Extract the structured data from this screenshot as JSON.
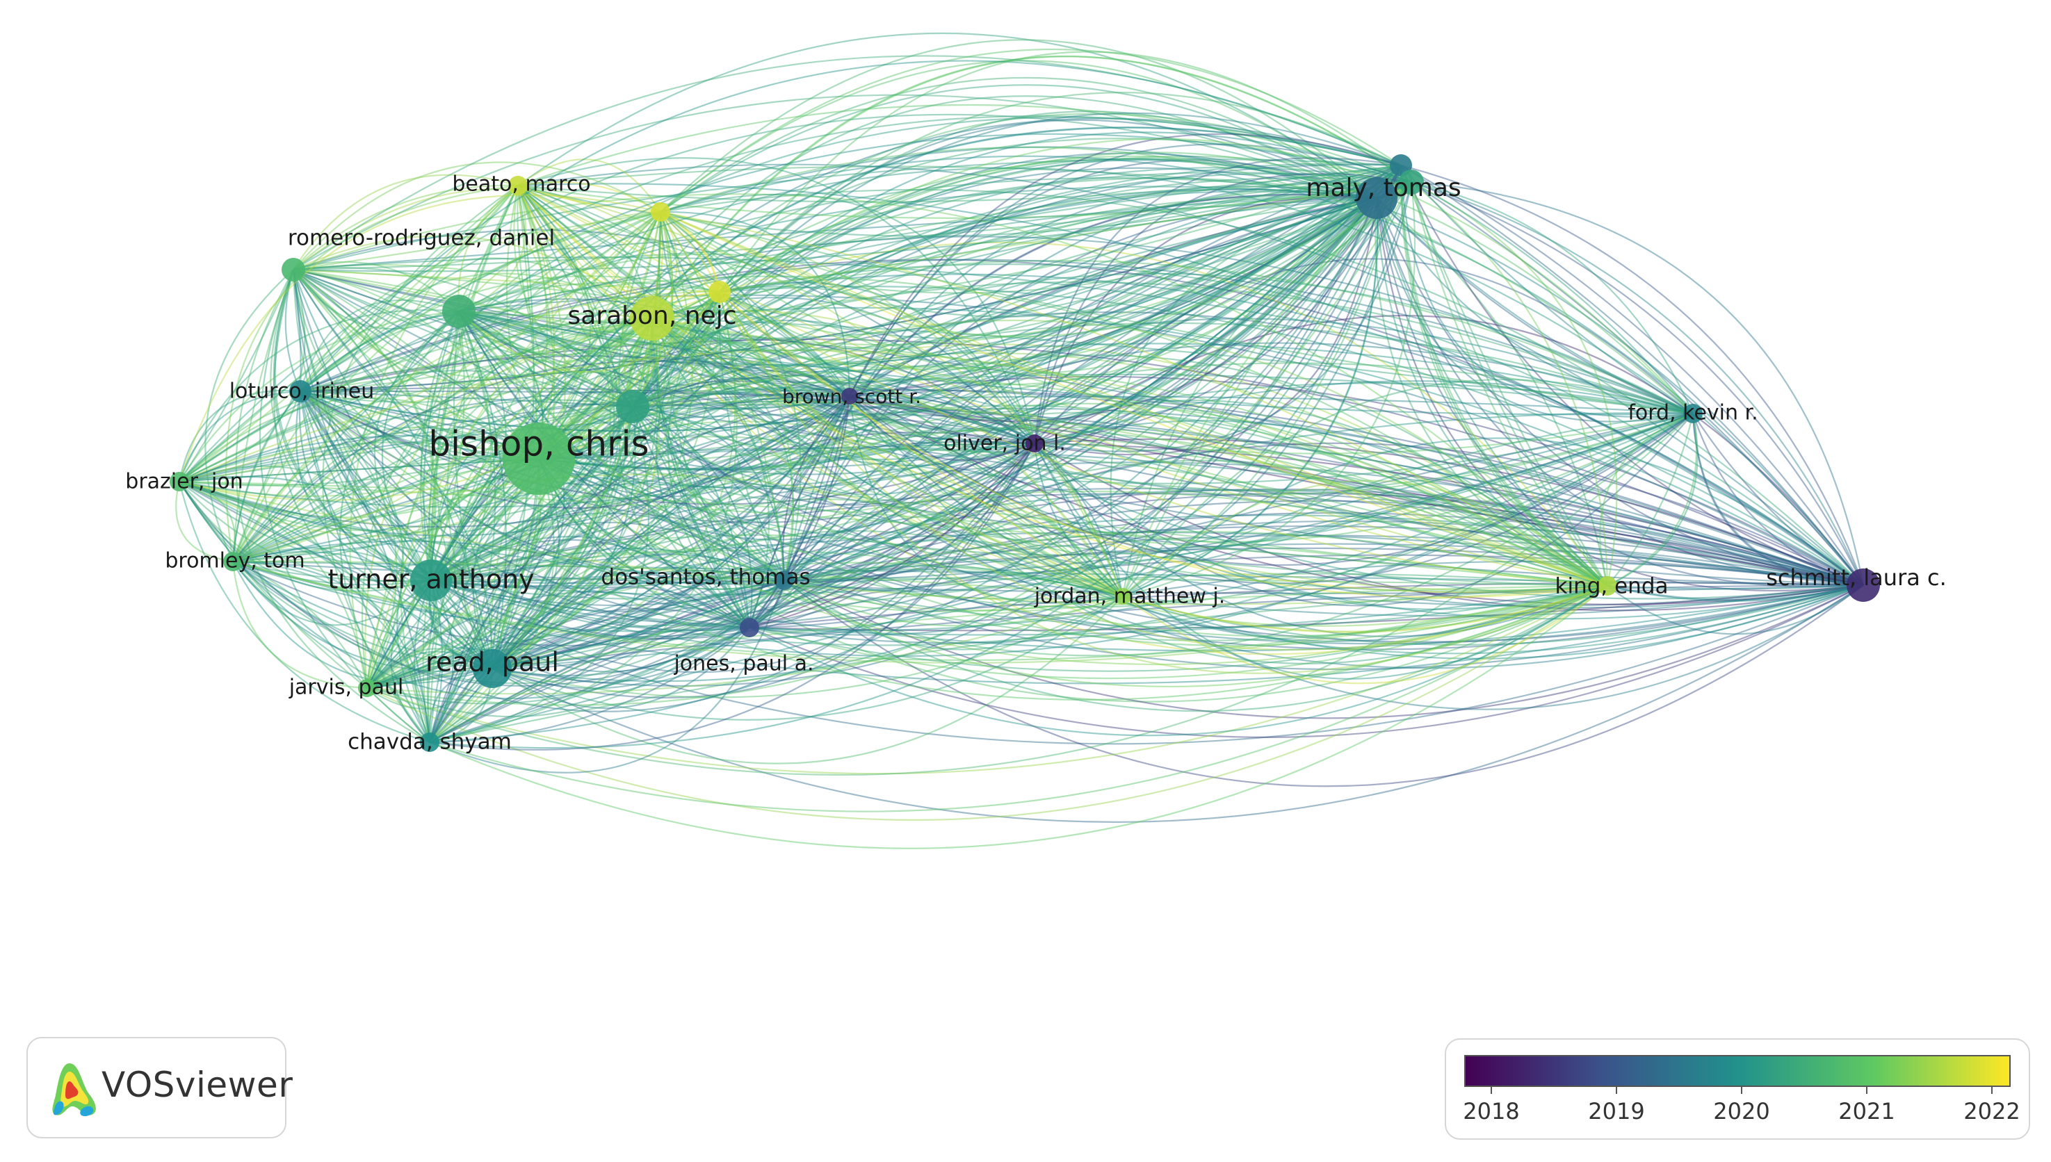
{
  "network": {
    "nodes": [
      {
        "id": "bishop",
        "label": "bishop, chris",
        "year": 2020.9
      },
      {
        "id": "maly",
        "label": "maly, tomas",
        "year": 2019.4
      },
      {
        "id": "schmitt",
        "label": "schmitt, laura c.",
        "year": 2018.3
      },
      {
        "id": "sarabon",
        "label": "sarabon, nejc",
        "year": 2021.8
      },
      {
        "id": "turner",
        "label": "turner, anthony",
        "year": 2020.2
      },
      {
        "id": "read",
        "label": "read, paul",
        "year": 2019.9
      },
      {
        "id": "romero",
        "label": "romero-rodriguez, daniel",
        "year": 2020.8
      },
      {
        "id": "beato",
        "label": "beato, marco",
        "year": 2021.9
      },
      {
        "id": "loturco",
        "label": "loturco, irineu",
        "year": 2019.8
      },
      {
        "id": "brazier",
        "label": "brazier, jon",
        "year": 2020.9
      },
      {
        "id": "bromley",
        "label": "bromley, tom",
        "year": 2020.8
      },
      {
        "id": "jarvis",
        "label": "jarvis, paul",
        "year": 2021.0
      },
      {
        "id": "chavda",
        "label": "chavda, shyam",
        "year": 2020.0
      },
      {
        "id": "dossantos",
        "label": "dos'santos, thomas",
        "year": 2019.5
      },
      {
        "id": "jones",
        "label": "jones, paul a.",
        "year": 2018.8
      },
      {
        "id": "brown",
        "label": "brown, scott r.",
        "year": 2018.5
      },
      {
        "id": "oliver",
        "label": "oliver, jon l.",
        "year": 2018.2
      },
      {
        "id": "jordan",
        "label": "jordan, matthew j.",
        "year": 2021.5
      },
      {
        "id": "king",
        "label": "king, enda",
        "year": 2021.7
      },
      {
        "id": "ford",
        "label": "ford, kevin r.",
        "year": 2019.8
      },
      {
        "id": "u1",
        "label": "",
        "year": 2020.6
      },
      {
        "id": "u2",
        "label": "",
        "year": 2020.3
      },
      {
        "id": "u3",
        "label": "",
        "year": 2022.0
      },
      {
        "id": "u4",
        "label": "",
        "year": 2022.0
      },
      {
        "id": "u5",
        "label": "",
        "year": 2019.6
      },
      {
        "id": "u6",
        "label": "",
        "year": 2020.4
      }
    ]
  },
  "logo": {
    "text": "VOSviewer"
  },
  "legend": {
    "colors": [
      "#440154",
      "#3b528b",
      "#21918c",
      "#5ec962",
      "#fde725"
    ],
    "ticks": [
      "2018",
      "2019",
      "2020",
      "2021",
      "2022"
    ]
  }
}
